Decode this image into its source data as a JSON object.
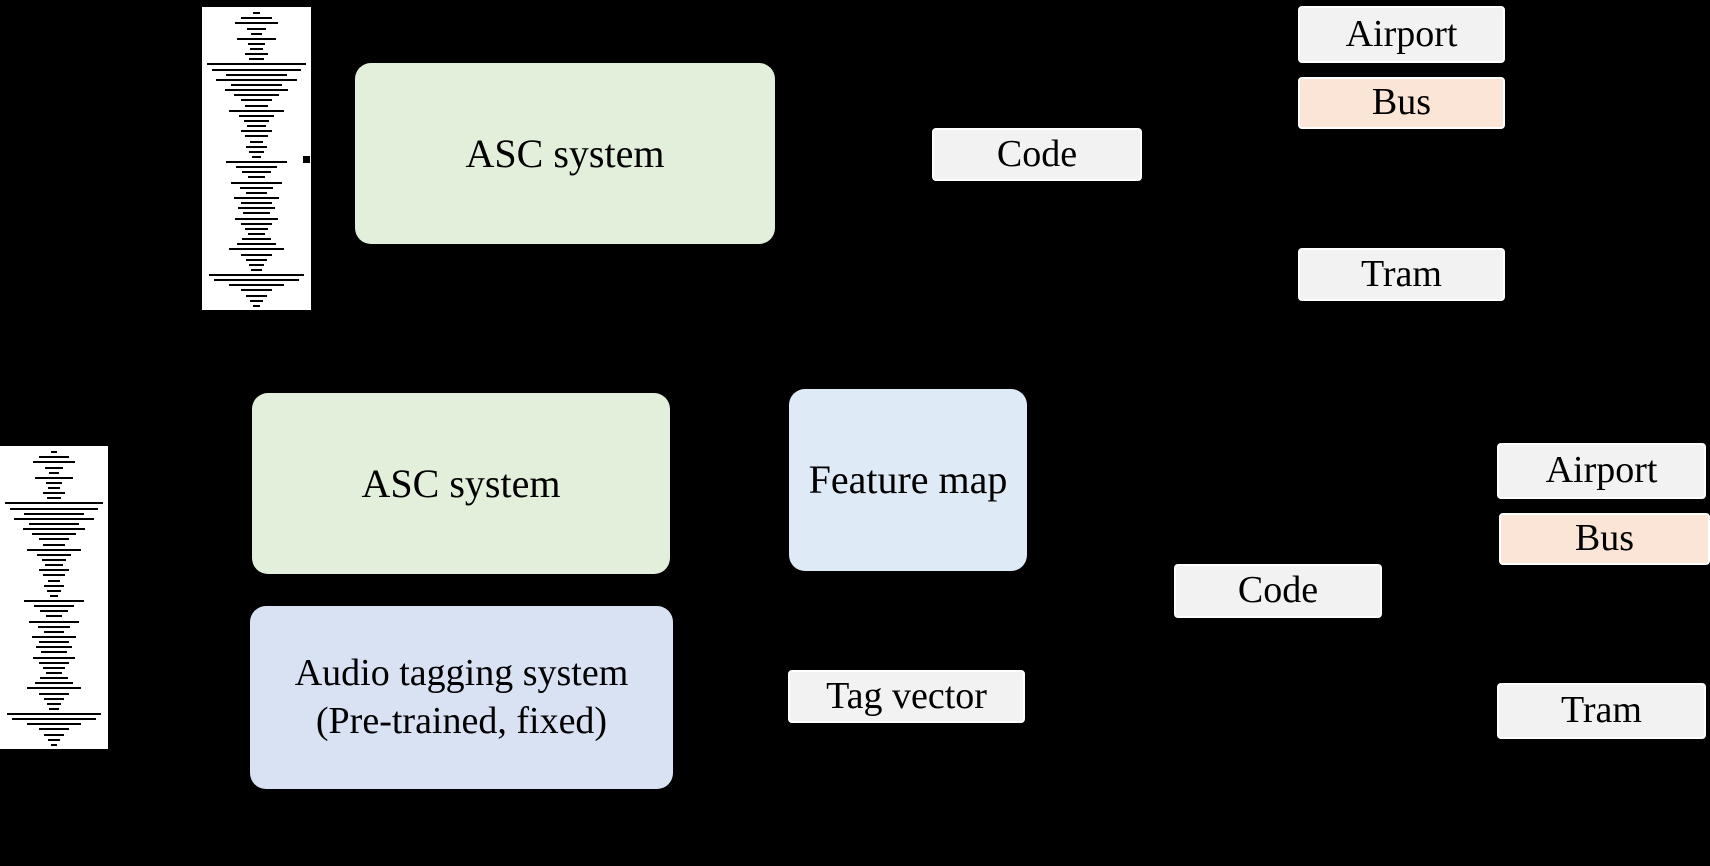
{
  "figure": {
    "background_color": "#000000",
    "colors": {
      "asc_box_green": "#e2efda",
      "audio_tagging_lavender": "#d9e2f3",
      "feature_map_blue": "#deebf7",
      "label_gray": "#f2f2f2",
      "bus_peach": "#fbe5d6",
      "text_black": "#000000",
      "waveform_bg": "#ffffff"
    }
  },
  "top_pipeline": {
    "waveform_icon": "waveform-icon",
    "asc_box": {
      "label": "ASC system"
    },
    "code_box": {
      "label": "Code"
    },
    "classes": [
      {
        "label": "Airport"
      },
      {
        "label": "Bus"
      },
      {
        "label": "Tram"
      }
    ]
  },
  "bottom_pipeline": {
    "waveform_icon": "waveform-icon",
    "asc_box": {
      "label": "ASC system"
    },
    "audio_tagging_box": {
      "label_line1": "Audio tagging system",
      "label_line2": "(Pre-trained, fixed)"
    },
    "feature_map_box": {
      "label": "Feature map"
    },
    "tag_vector_box": {
      "label": "Tag vector"
    },
    "code_box": {
      "label": "Code"
    },
    "classes": [
      {
        "label": "Airport"
      },
      {
        "label": "Bus"
      },
      {
        "label": "Tram"
      }
    ]
  },
  "waveform_amplitudes": [
    0.06,
    0.3,
    0.42,
    0.18,
    0.1,
    0.38,
    0.16,
    0.12,
    0.22,
    0.14,
    0.98,
    0.88,
    0.6,
    0.8,
    0.5,
    0.62,
    0.45,
    0.3,
    0.22,
    0.55,
    0.35,
    0.25,
    0.18,
    0.3,
    0.22,
    0.12,
    0.2,
    0.14,
    0.08,
    0.6,
    0.4,
    0.28,
    0.16,
    0.5,
    0.32,
    0.2,
    0.44,
    0.3,
    0.36,
    0.26,
    0.42,
    0.3,
    0.22,
    0.16,
    0.28,
    0.38,
    0.55,
    0.3,
    0.2,
    0.14,
    0.1,
    0.95,
    0.85,
    0.55,
    0.3,
    0.2,
    0.12,
    0.07
  ]
}
